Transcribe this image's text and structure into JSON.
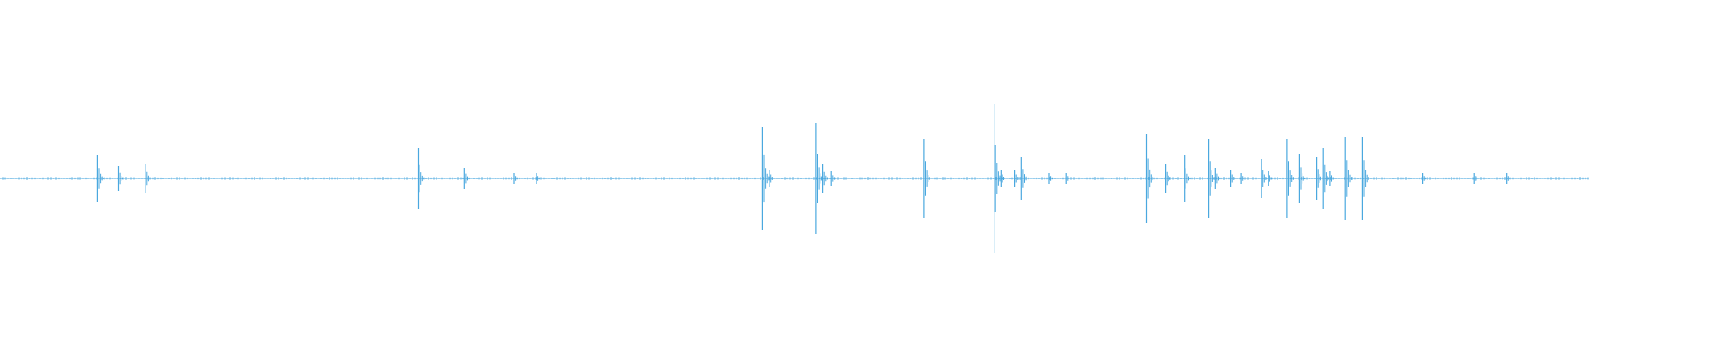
{
  "waveform": {
    "color": "#4aa8df",
    "background": "#ffffff",
    "duration": 1,
    "baseline_amplitude": 0.01,
    "visible_end": 0.927,
    "peaks": [
      {
        "t": 0.057,
        "amp": 0.13
      },
      {
        "t": 0.069,
        "amp": 0.07
      },
      {
        "t": 0.085,
        "amp": 0.08
      },
      {
        "t": 0.244,
        "amp": 0.17
      },
      {
        "t": 0.271,
        "amp": 0.06
      },
      {
        "t": 0.3,
        "amp": 0.03
      },
      {
        "t": 0.313,
        "amp": 0.03
      },
      {
        "t": 0.445,
        "amp": 0.29
      },
      {
        "t": 0.449,
        "amp": 0.05
      },
      {
        "t": 0.476,
        "amp": 0.31
      },
      {
        "t": 0.48,
        "amp": 0.08
      },
      {
        "t": 0.485,
        "amp": 0.04
      },
      {
        "t": 0.539,
        "amp": 0.22
      },
      {
        "t": 0.58,
        "amp": 0.42
      },
      {
        "t": 0.584,
        "amp": 0.05
      },
      {
        "t": 0.592,
        "amp": 0.05
      },
      {
        "t": 0.596,
        "amp": 0.12
      },
      {
        "t": 0.612,
        "amp": 0.03
      },
      {
        "t": 0.622,
        "amp": 0.03
      },
      {
        "t": 0.669,
        "amp": 0.25
      },
      {
        "t": 0.68,
        "amp": 0.08
      },
      {
        "t": 0.691,
        "amp": 0.13
      },
      {
        "t": 0.705,
        "amp": 0.22
      },
      {
        "t": 0.709,
        "amp": 0.06
      },
      {
        "t": 0.718,
        "amp": 0.05
      },
      {
        "t": 0.724,
        "amp": 0.03
      },
      {
        "t": 0.736,
        "amp": 0.11
      },
      {
        "t": 0.74,
        "amp": 0.04
      },
      {
        "t": 0.751,
        "amp": 0.22
      },
      {
        "t": 0.758,
        "amp": 0.14
      },
      {
        "t": 0.768,
        "amp": 0.12
      },
      {
        "t": 0.772,
        "amp": 0.17
      },
      {
        "t": 0.776,
        "amp": 0.04
      },
      {
        "t": 0.785,
        "amp": 0.23
      },
      {
        "t": 0.795,
        "amp": 0.23
      },
      {
        "t": 0.83,
        "amp": 0.03
      },
      {
        "t": 0.86,
        "amp": 0.03
      },
      {
        "t": 0.879,
        "amp": 0.03
      }
    ]
  }
}
